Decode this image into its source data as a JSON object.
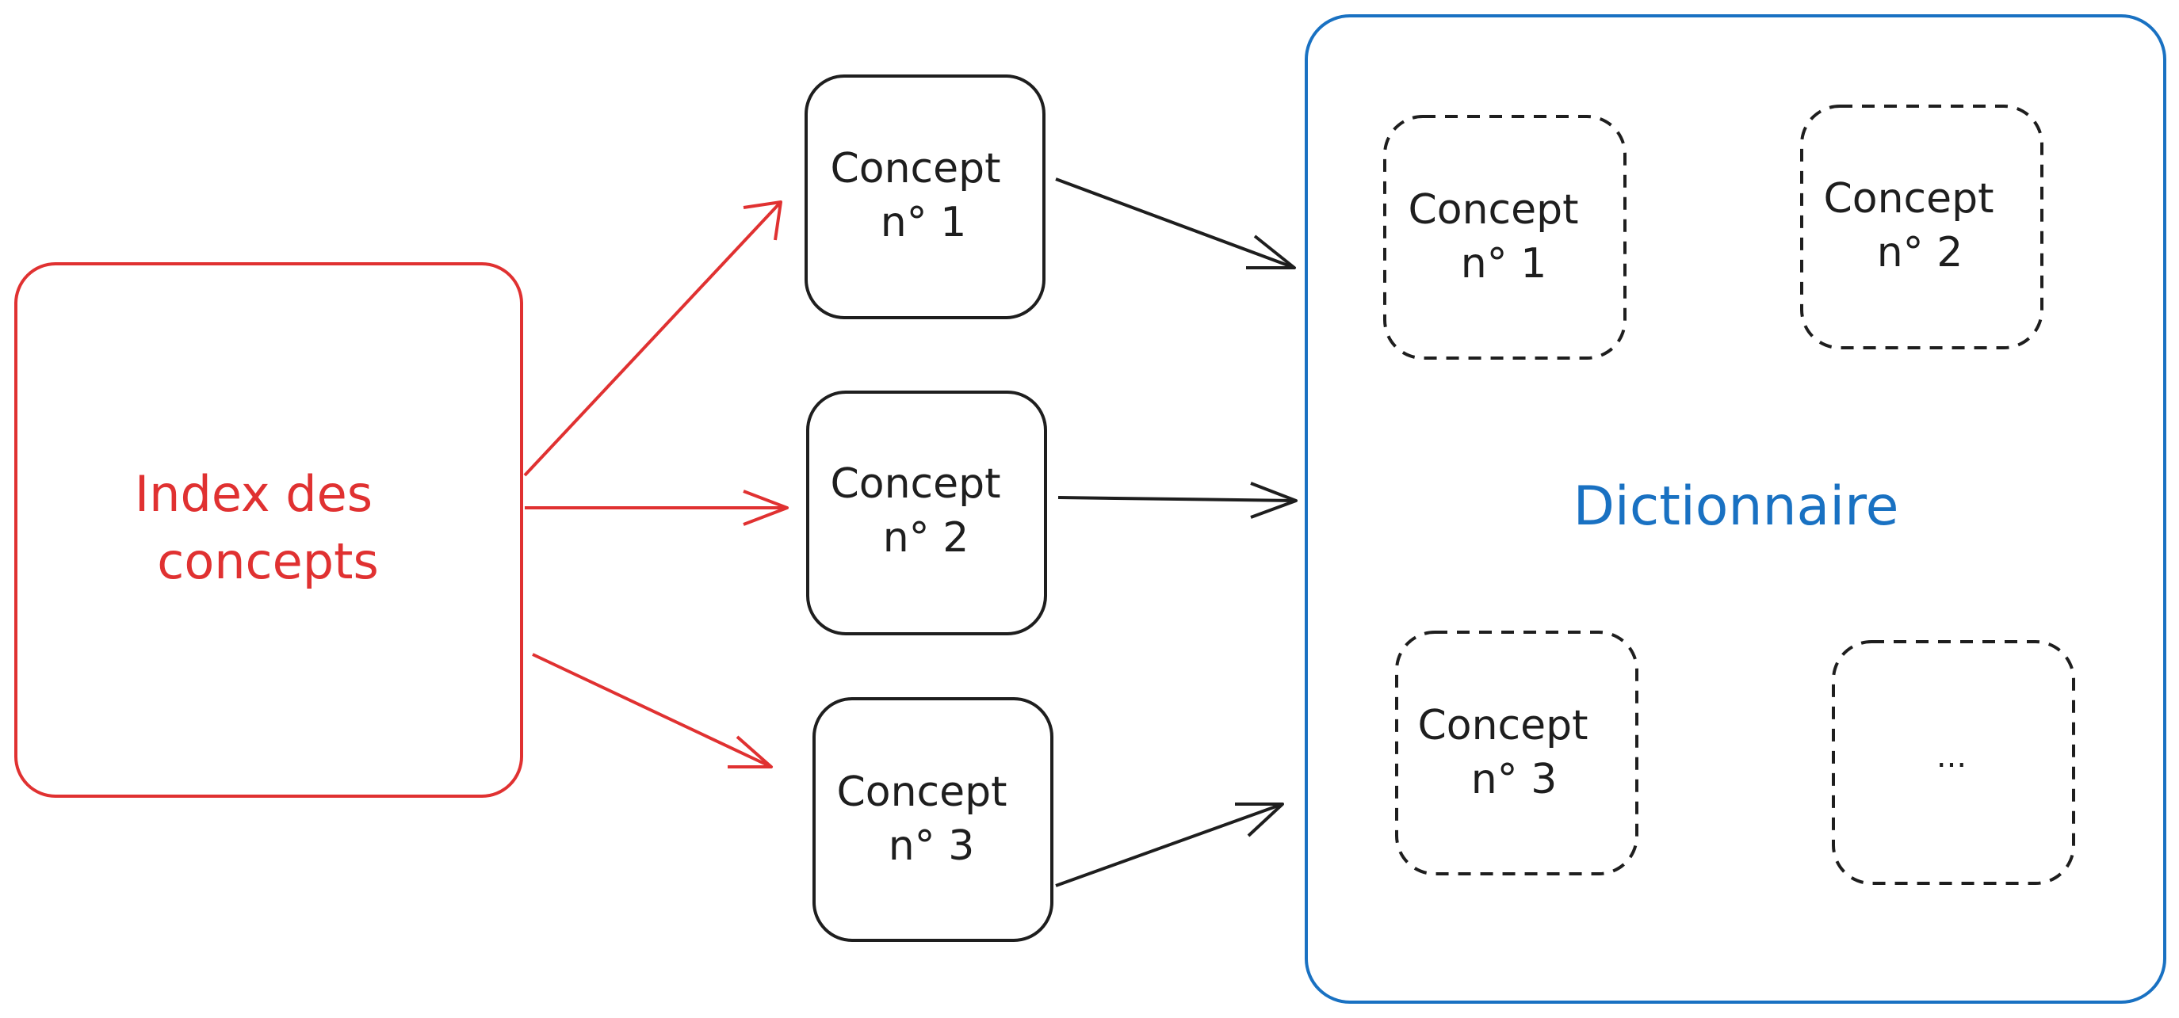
{
  "colors": {
    "index": "#e03131",
    "dictionary": "#1971c2",
    "concept": "#1e1e1e",
    "background": "#ffffff"
  },
  "index": {
    "line1": "Index des",
    "line2": "concepts"
  },
  "concepts": [
    {
      "line1": "Concept",
      "line2": "n° 1"
    },
    {
      "line1": "Concept",
      "line2": "n° 2"
    },
    {
      "line1": "Concept",
      "line2": "n° 3"
    }
  ],
  "dictionary": {
    "title": "Dictionnaire",
    "entries": [
      {
        "line1": "Concept",
        "line2": "n° 1"
      },
      {
        "line1": "Concept",
        "line2": "n° 2"
      },
      {
        "line1": "Concept",
        "line2": "n° 3"
      },
      {
        "line1": "...",
        "line2": ""
      }
    ]
  }
}
